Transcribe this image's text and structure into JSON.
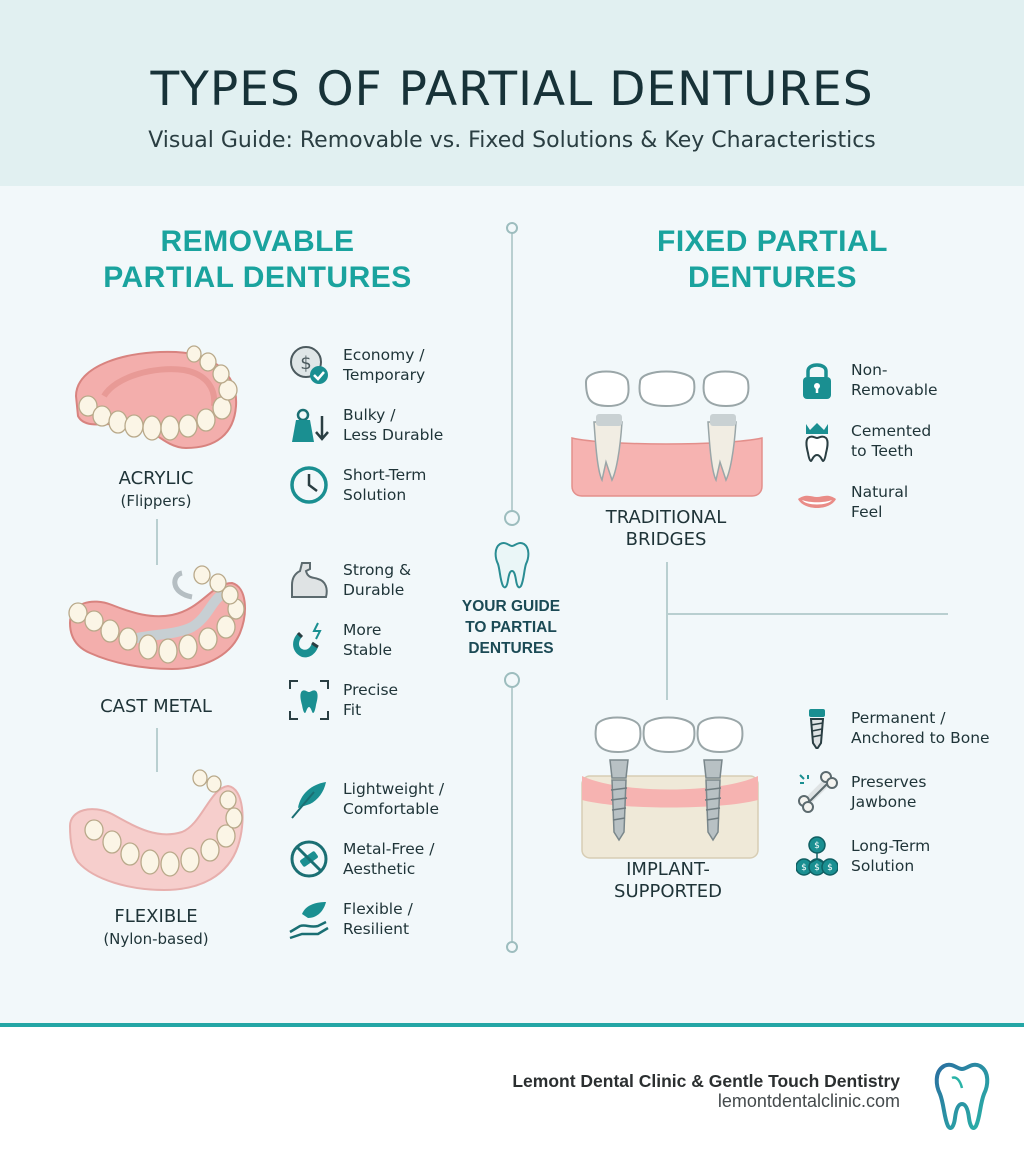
{
  "header": {
    "title": "TYPES OF PARTIAL DENTURES",
    "subtitle": "Visual Guide: Removable vs. Fixed Solutions & Key Characteristics"
  },
  "removable": {
    "title": "REMOVABLE\nPARTIAL DENTURES",
    "items": [
      {
        "label": "ACRYLIC",
        "sub": "(Flippers)",
        "features": [
          {
            "icon": "dollar-check-icon",
            "text": "Economy /\nTemporary"
          },
          {
            "icon": "weight-down-icon",
            "text": "Bulky /\nLess Durable"
          },
          {
            "icon": "clock-icon",
            "text": "Short-Term\nSolution"
          }
        ]
      },
      {
        "label": "CAST METAL",
        "sub": "",
        "features": [
          {
            "icon": "flexed-arm-icon",
            "text": "Strong &\nDurable"
          },
          {
            "icon": "magnet-icon",
            "text": "More\nStable"
          },
          {
            "icon": "tooth-fit-icon",
            "text": "Precise\nFit"
          }
        ]
      },
      {
        "label": "FLEXIBLE",
        "sub": "(Nylon-based)",
        "features": [
          {
            "icon": "feather-icon",
            "text": "Lightweight /\nComfortable"
          },
          {
            "icon": "no-metal-icon",
            "text": "Metal-Free /\nAesthetic"
          },
          {
            "icon": "hand-leaf-icon",
            "text": "Flexible /\nResilient"
          }
        ]
      }
    ]
  },
  "fixed": {
    "title": "FIXED PARTIAL\nDENTURES",
    "items": [
      {
        "label": "TRADITIONAL\nBRIDGES",
        "features": [
          {
            "icon": "lock-icon",
            "text": "Non-\nRemovable"
          },
          {
            "icon": "crowned-tooth-icon",
            "text": "Cemented\nto Teeth"
          },
          {
            "icon": "smile-icon",
            "text": "Natural\nFeel"
          }
        ]
      },
      {
        "label": "IMPLANT-\nSUPPORTED",
        "features": [
          {
            "icon": "implant-screw-icon",
            "text": "Permanent /\nAnchored to Bone"
          },
          {
            "icon": "bone-icon",
            "text": "Preserves\nJawbone"
          },
          {
            "icon": "coins-icon",
            "text": "Long-Term\nSolution"
          }
        ]
      }
    ]
  },
  "center": {
    "text": "YOUR GUIDE\nTO PARTIAL\nDENTURES"
  },
  "footer": {
    "brand": "Lemont Dental Clinic & Gentle Touch Dentistry",
    "url": "lemontdentalclinic.com"
  },
  "colors": {
    "accent": "#1aa39e",
    "icon": "#1a8f91",
    "gum": "#f2a8a6",
    "footer_line": "#24a6a5"
  }
}
